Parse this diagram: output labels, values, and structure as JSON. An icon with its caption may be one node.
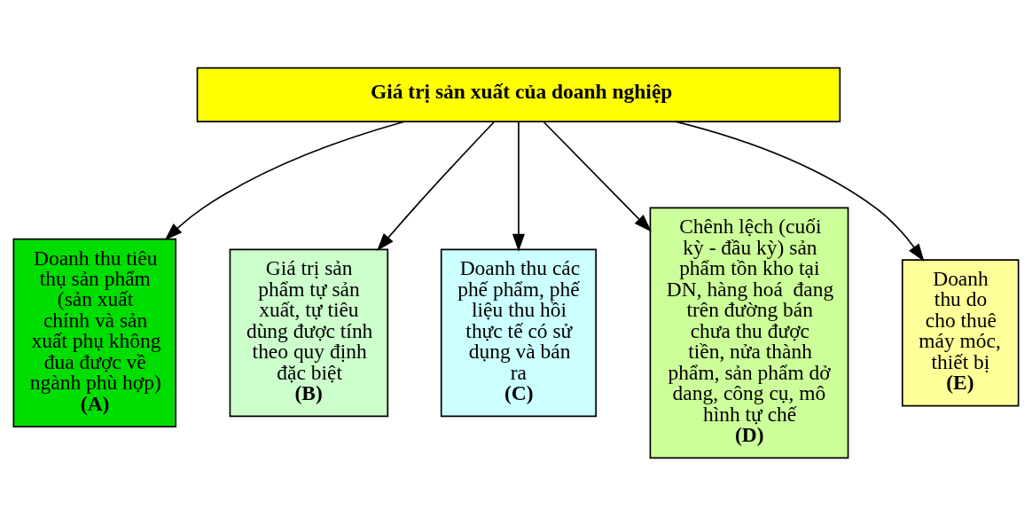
{
  "diagram": {
    "nodes": [
      {
        "text": [
          "Giá trị sản xuất của doanh nghiệp"
        ]
      },
      {
        "text": [
          "Doanh thu tiêu thụ sản phẩm (sản xuất chính và sản xuất phụ không đua được về ngành phù hợp)",
          "(A)"
        ]
      },
      {
        "text": [
          "Giá trị sản phẩm tự sản xuất, tự tiêu dùng được tính theo quy định đặc biệt",
          "(B)"
        ]
      },
      {
        "text": [
          "Doanh thu các phế phẩm, phế liệu thu hồi thực tế có sử dụng và bán ra",
          "(C)"
        ]
      },
      {
        "text": [
          "Chênh lệch (cuối kỳ - đầu kỳ) sản phẩm tồn kho tại DN, hàng hoá  đang trên đường bán chưa thu được tiền, nửa thành phẩm, sản phẩm dở dang, công cụ, mô hình tự chế",
          "(D)"
        ]
      },
      {
        "text": [
          "Doanh thu do cho thuê máy móc, thiết bị",
          "(E)"
        ]
      }
    ],
    "edges": [
      {
        "from": 0,
        "to": 1,
        "arrow": "to"
      },
      {
        "from": 0,
        "to": 2,
        "arrow": "to"
      },
      {
        "from": 0,
        "to": 3,
        "arrow": "to"
      },
      {
        "from": 0,
        "to": 4,
        "arrow": "to"
      },
      {
        "from": 0,
        "to": 5,
        "arrow": "to"
      }
    ]
  }
}
